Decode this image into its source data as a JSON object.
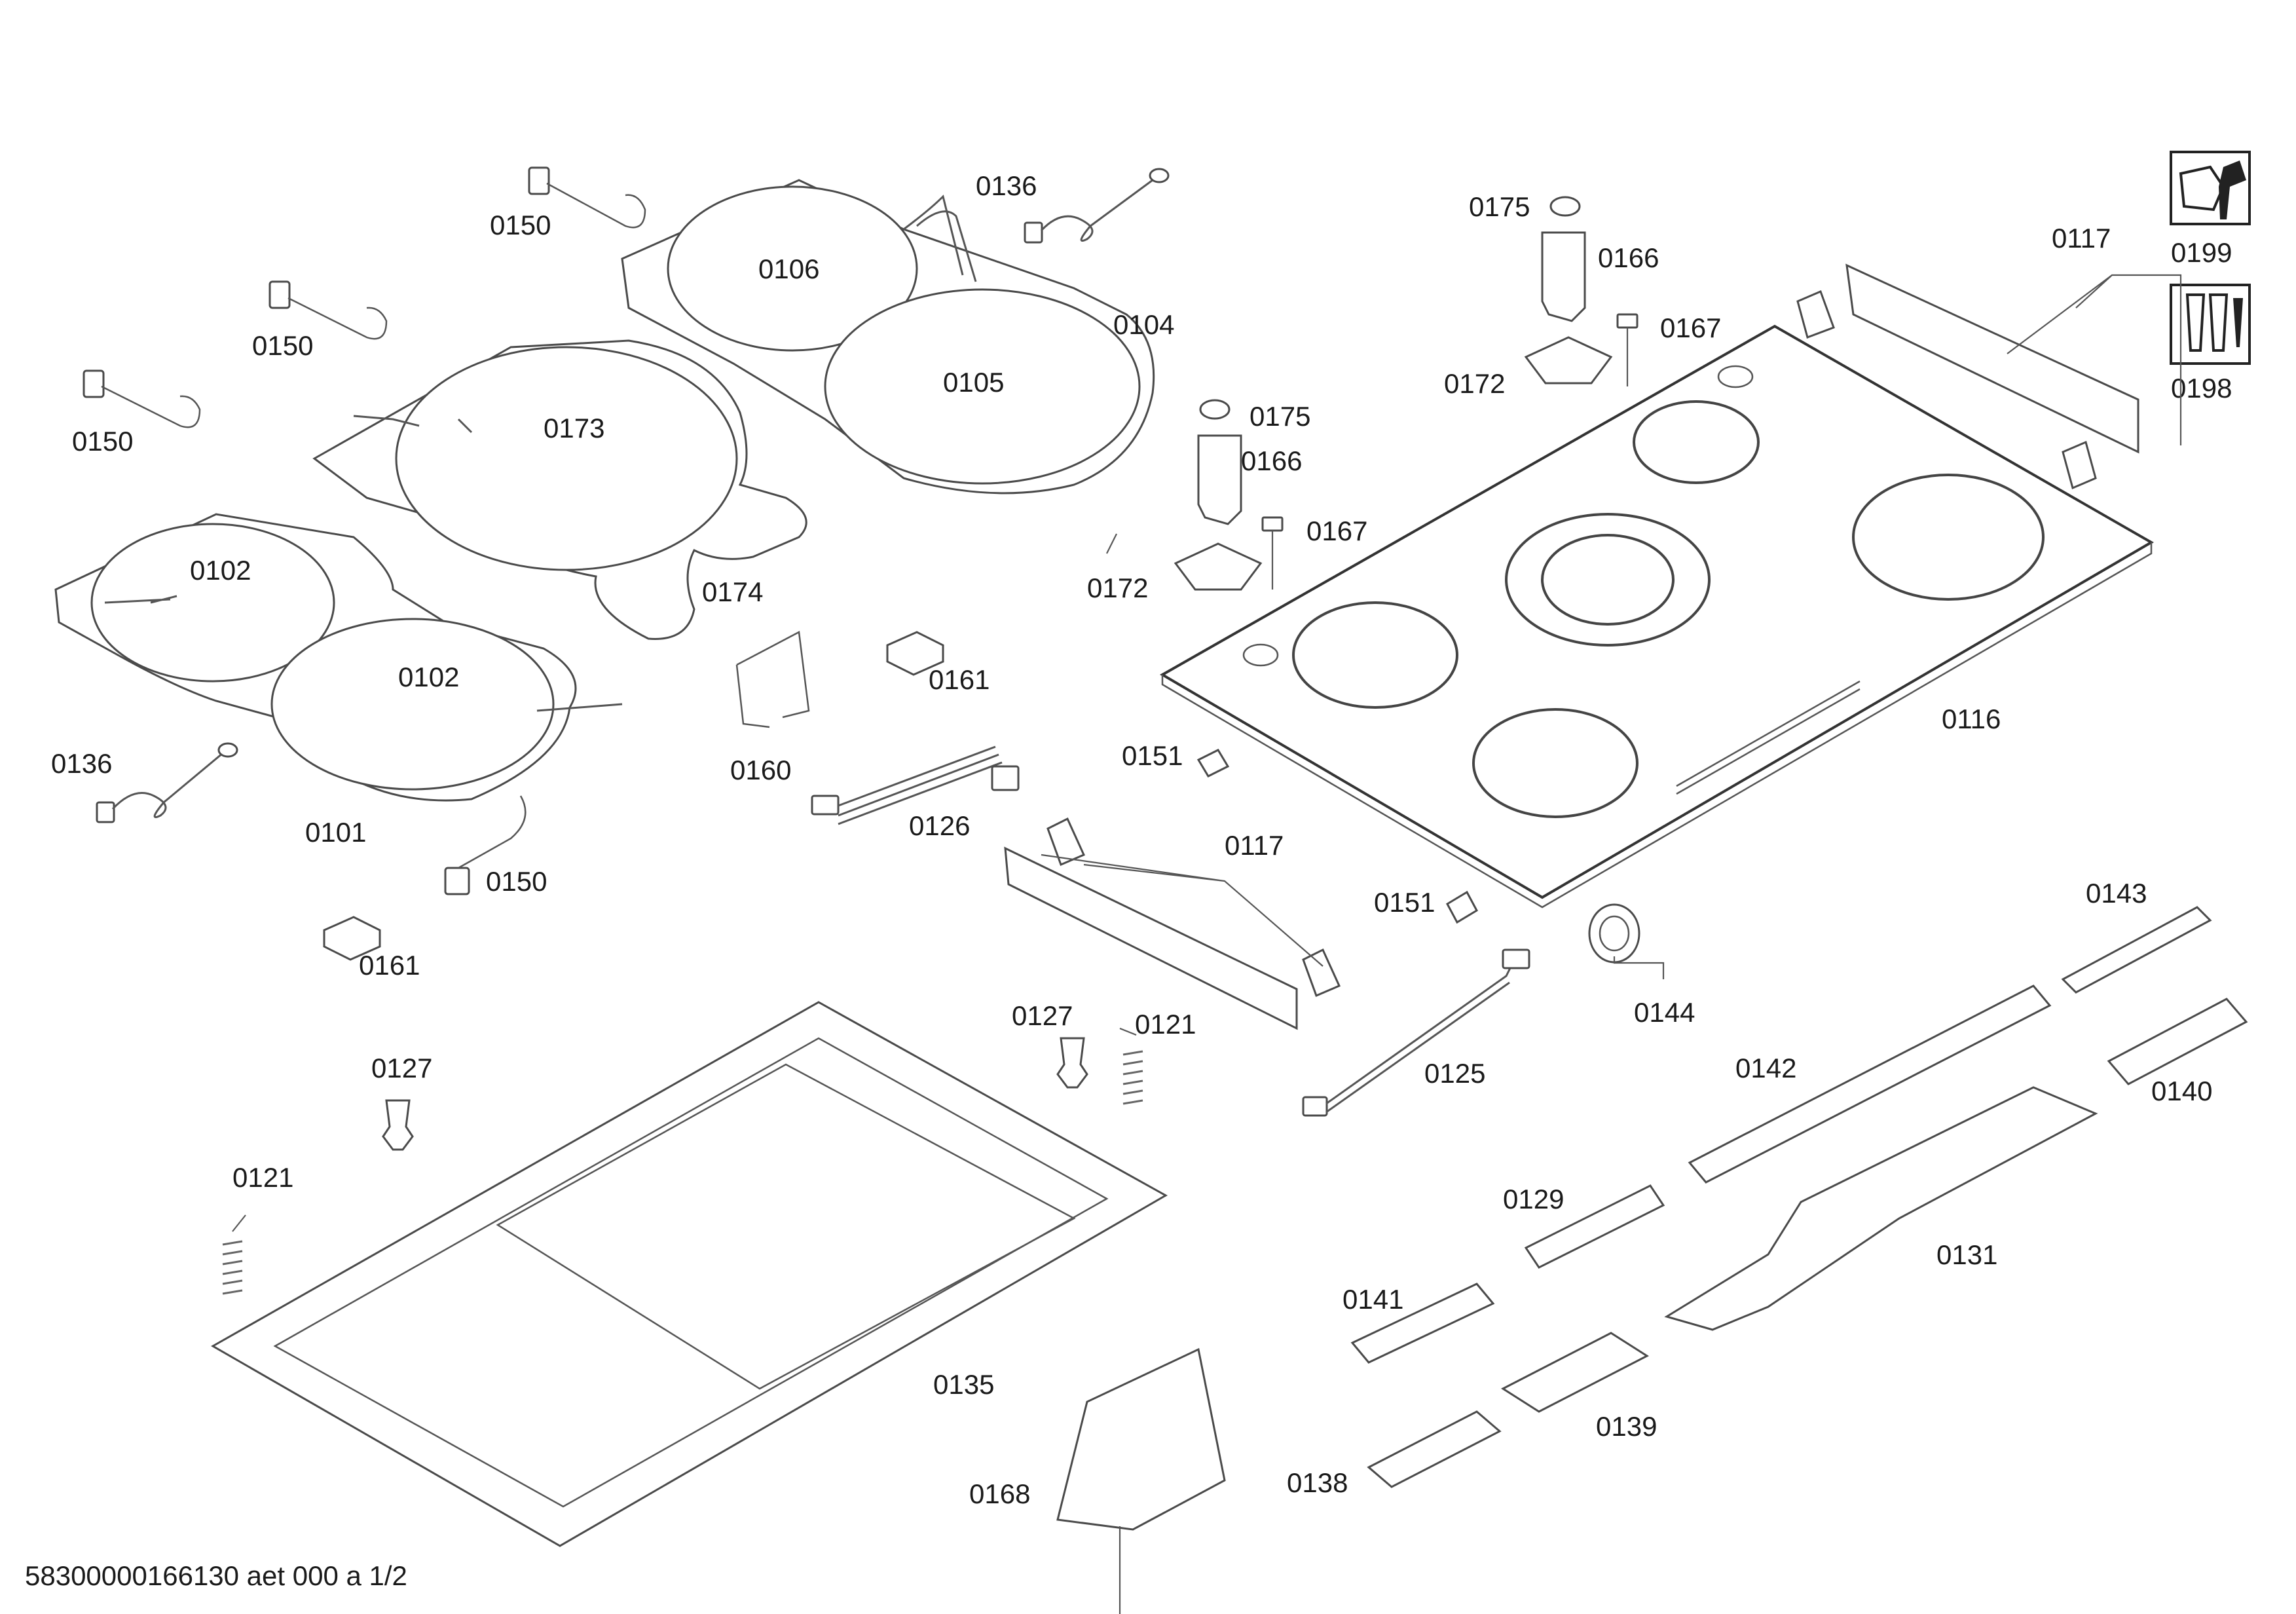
{
  "document_id": "58300000166130 aet 000 a 1/2",
  "symbols": {
    "tool_symbol_label": "0199",
    "screws_symbol_label": "0198"
  },
  "parts": [
    {
      "id": "p0150a",
      "label": "0150"
    },
    {
      "id": "p0150b",
      "label": "0150"
    },
    {
      "id": "p0150c",
      "label": "0150"
    },
    {
      "id": "p0150d",
      "label": "0150"
    },
    {
      "id": "p0136a",
      "label": "0136"
    },
    {
      "id": "p0136b",
      "label": "0136"
    },
    {
      "id": "p0106",
      "label": "0106"
    },
    {
      "id": "p0105",
      "label": "0105"
    },
    {
      "id": "p0104",
      "label": "0104"
    },
    {
      "id": "p0173",
      "label": "0173"
    },
    {
      "id": "p0174",
      "label": "0174"
    },
    {
      "id": "p0102a",
      "label": "0102"
    },
    {
      "id": "p0102b",
      "label": "0102"
    },
    {
      "id": "p0101",
      "label": "0101"
    },
    {
      "id": "p0161a",
      "label": "0161"
    },
    {
      "id": "p0161b",
      "label": "0161"
    },
    {
      "id": "p0160",
      "label": "0160"
    },
    {
      "id": "p0126",
      "label": "0126"
    },
    {
      "id": "p0175a",
      "label": "0175"
    },
    {
      "id": "p0175b",
      "label": "0175"
    },
    {
      "id": "p0166a",
      "label": "0166"
    },
    {
      "id": "p0166b",
      "label": "0166"
    },
    {
      "id": "p0167a",
      "label": "0167"
    },
    {
      "id": "p0167b",
      "label": "0167"
    },
    {
      "id": "p0172a",
      "label": "0172"
    },
    {
      "id": "p0172b",
      "label": "0172"
    },
    {
      "id": "p0117a",
      "label": "0117"
    },
    {
      "id": "p0117b",
      "label": "0117"
    },
    {
      "id": "p0116",
      "label": "0116"
    },
    {
      "id": "p0151a",
      "label": "0151"
    },
    {
      "id": "p0151b",
      "label": "0151"
    },
    {
      "id": "p0143",
      "label": "0143"
    },
    {
      "id": "p0144",
      "label": "0144"
    },
    {
      "id": "p0127a",
      "label": "0127"
    },
    {
      "id": "p0127b",
      "label": "0127"
    },
    {
      "id": "p0121a",
      "label": "0121"
    },
    {
      "id": "p0121b",
      "label": "0121"
    },
    {
      "id": "p0125",
      "label": "0125"
    },
    {
      "id": "p0142",
      "label": "0142"
    },
    {
      "id": "p0140",
      "label": "0140"
    },
    {
      "id": "p0129",
      "label": "0129"
    },
    {
      "id": "p0131",
      "label": "0131"
    },
    {
      "id": "p0141",
      "label": "0141"
    },
    {
      "id": "p0135",
      "label": "0135"
    },
    {
      "id": "p0139",
      "label": "0139"
    },
    {
      "id": "p0168",
      "label": "0168"
    },
    {
      "id": "p0138",
      "label": "0138"
    }
  ]
}
